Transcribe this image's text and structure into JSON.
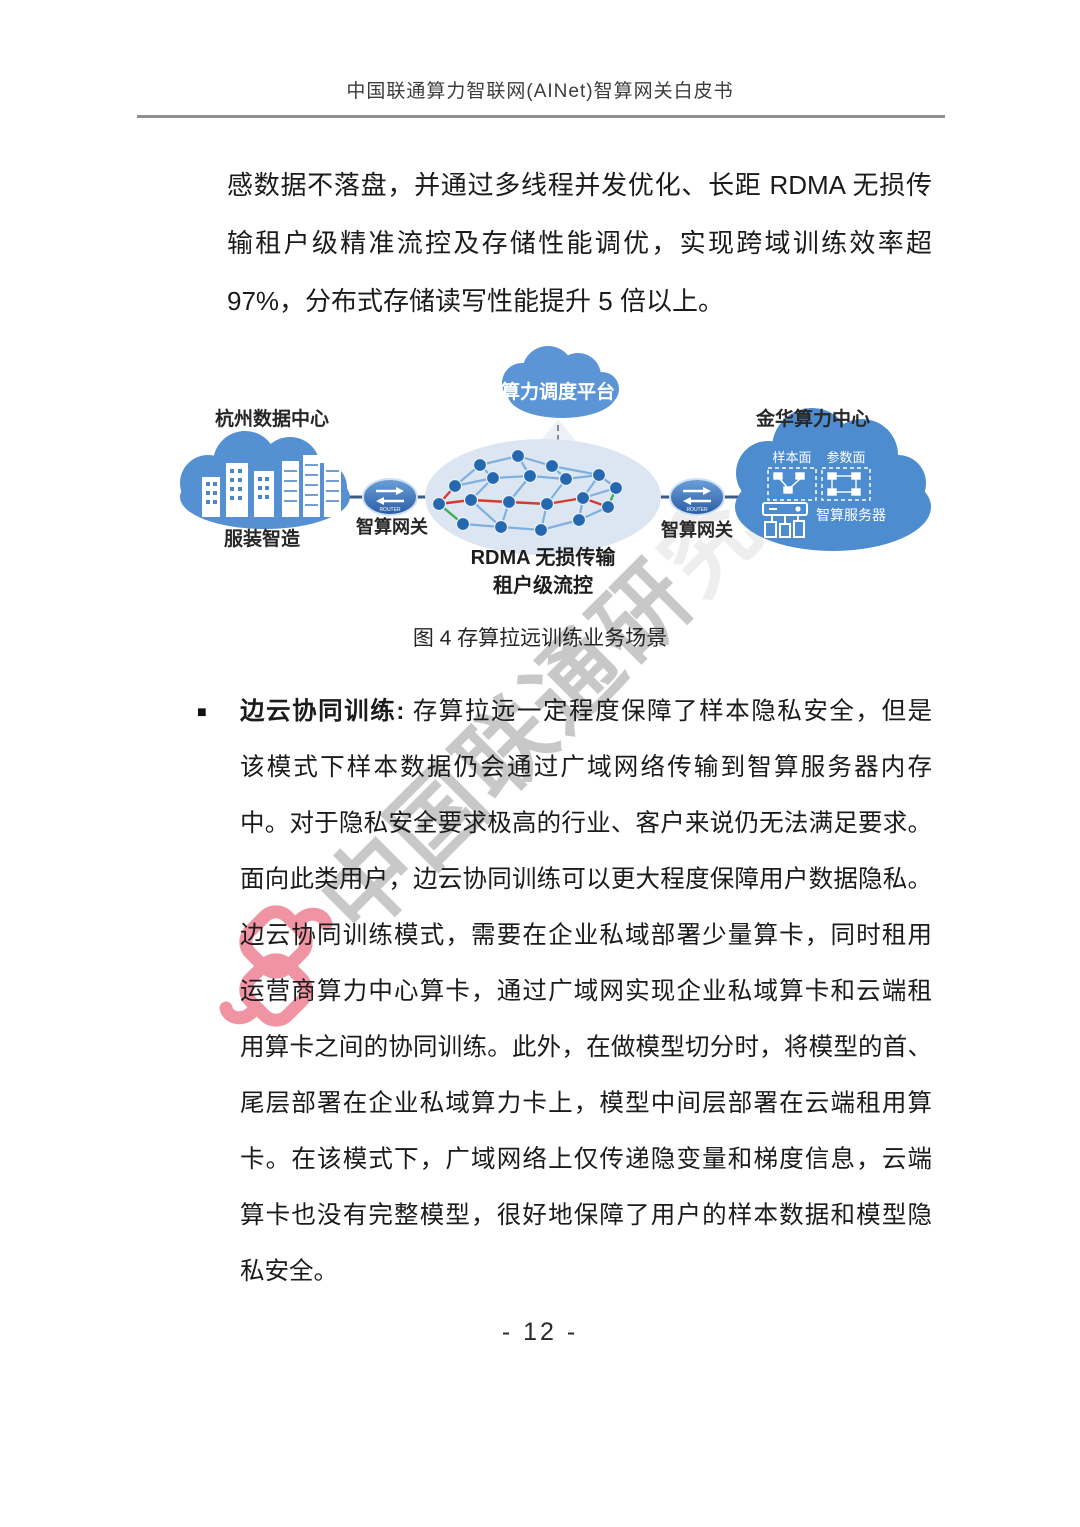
{
  "header": {
    "title": "中国联通算力智联网(AINet)智算网关白皮书"
  },
  "paragraph1": {
    "lines": [
      "感数据不落盘，并通过多线程并发优化、长距 RDMA 无损传",
      "输租户级精准流控及存储性能调优，实现跨域训练效率超",
      "97%，分布式存储读写性能提升 5 倍以上。"
    ]
  },
  "diagram": {
    "scheduler_cloud": "算力调度平台",
    "left_site": {
      "title": "杭州数据中心",
      "caption": "服装智造"
    },
    "gateway_left": "智算网关",
    "gateway_right": "智算网关",
    "router_label": "ROUTER",
    "network": {
      "line1": "RDMA 无损传输",
      "line2": "租户级流控"
    },
    "right_site": {
      "title": "金华算力中心",
      "plane_left": "样本面",
      "plane_right": "参数面",
      "server": "智算服务器"
    },
    "colors": {
      "cloud_blue": "#5590d2",
      "ellipse": "#dce6f2",
      "node": "#2668b0",
      "edge": "#7fb0dd",
      "edge_red": "#d63a2e",
      "edge_green": "#3fae5a",
      "link": "#3d5a86"
    }
  },
  "figure_caption": "图 4 存算拉远训练业务场景",
  "bullet": {
    "marker": "■",
    "lead": "边云协同训练:",
    "first_line_rest": " 存算拉远一定程度保障了样本隐私安全，但是",
    "lines": [
      "该模式下样本数据仍会通过广域网络传输到智算服务器内存",
      "中。对于隐私安全要求极高的行业、客户来说仍无法满足要求。",
      "面向此类用户，边云协同训练可以更大程度保障用户数据隐私。",
      "边云协同训练模式，需要在企业私域部署少量算卡，同时租用",
      "运营商算力中心算卡，通过广域网实现企业私域算卡和云端租",
      "用算卡之间的协同训练。此外，在做模型切分时，将模型的首、",
      "尾层部署在企业私域算力卡上，模型中间层部署在云端租用算",
      "卡。在该模式下，广域网络上仅传递隐变量和梯度信息，云端",
      "算卡也没有完整模型，很好地保障了用户的样本数据和模型隐",
      "私安全。"
    ]
  },
  "watermark": {
    "text_main": "中国联通研",
    "text_faded": "究",
    "logo_color": "#ee8294"
  },
  "page_number": "- 12 -"
}
